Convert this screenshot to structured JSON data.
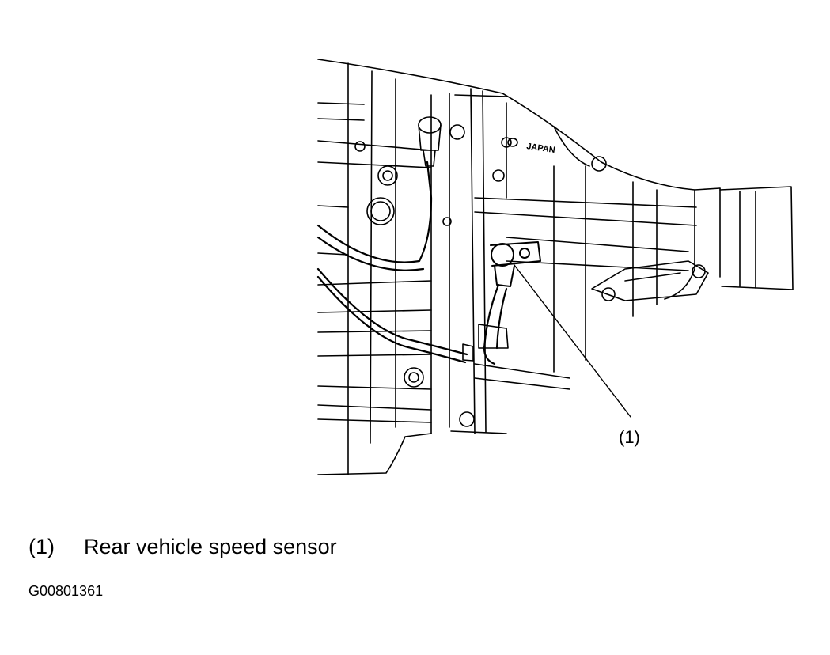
{
  "diagram": {
    "callout_label": "(1)",
    "casting_mark": "JAPAN"
  },
  "legend": {
    "items": [
      {
        "number": "(1)",
        "label": "Rear vehicle speed sensor"
      }
    ]
  },
  "figure_id": "G00801361"
}
